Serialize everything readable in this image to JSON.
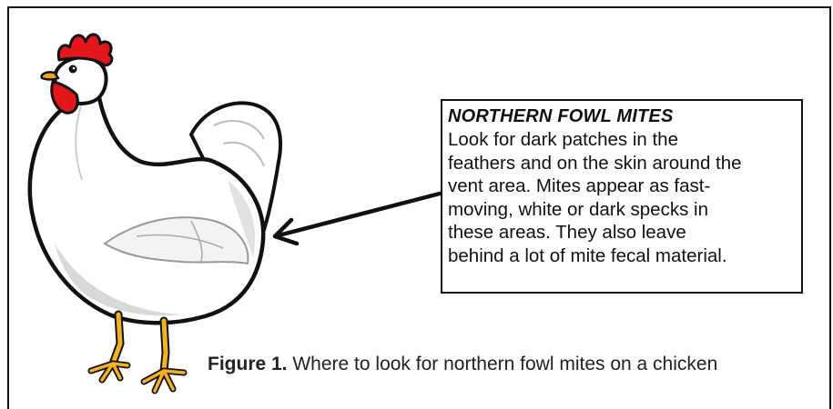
{
  "callout": {
    "title": "NORTHERN FOWL MITES",
    "body": "Look for dark patches in the\nfeathers and on the skin around the\nvent area. Mites appear as fast-\nmoving, white or dark specks in\nthese areas. They also leave\nbehind a lot of mite fecal material."
  },
  "caption": {
    "label": "Figure 1.",
    "text": " Where to look for northern fowl mites on a chicken"
  },
  "illustration": {
    "subject": "chicken-icon",
    "colors": {
      "comb": "#e3161b",
      "beak": "#f2a12a",
      "legs": "#f6b21e",
      "body": "#ffffff",
      "outline": "#111111",
      "shading": "#d9d9d9"
    }
  }
}
